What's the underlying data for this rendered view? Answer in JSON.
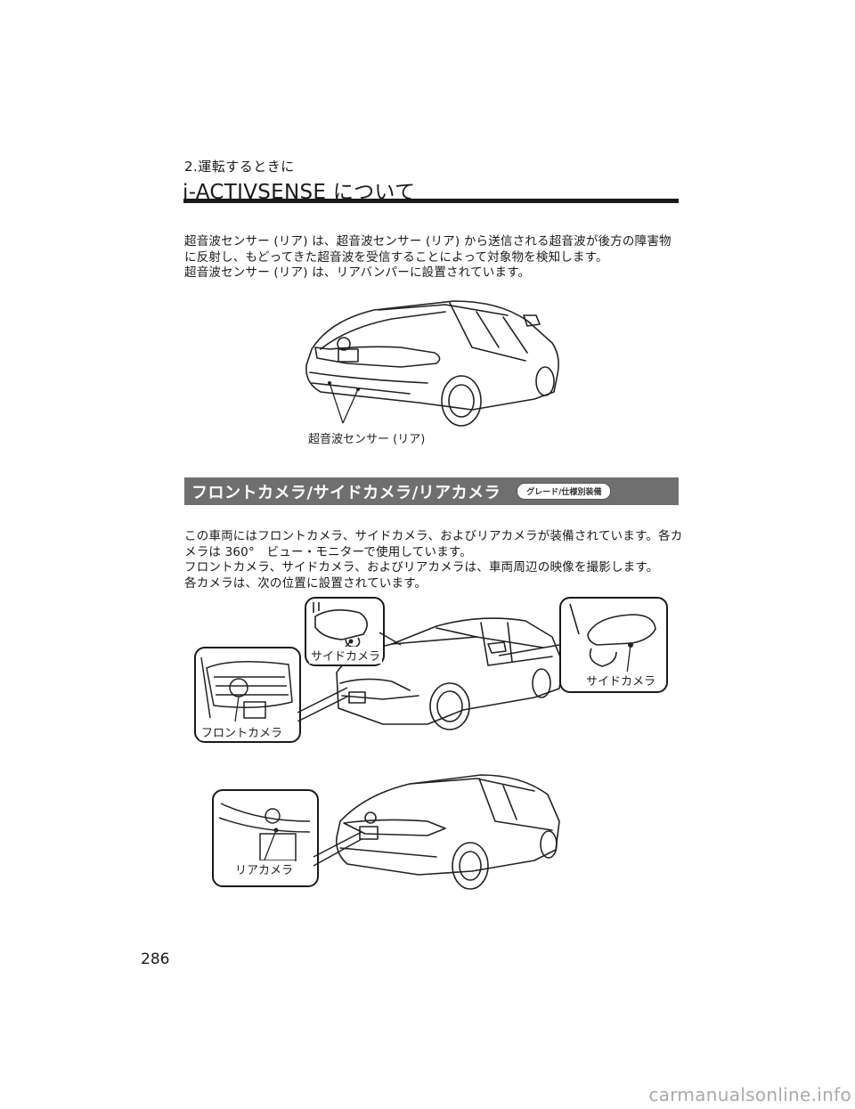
{
  "header": {
    "breadcrumb": "2.運転するときに",
    "title": "i-ACTIVSENSE について"
  },
  "intro": {
    "line1": "超音波センサー (リア) は、超音波センサー (リア) から送信される超音波が後方の障害物",
    "line2": "に反射し、もどってきた超音波を受信することによって対象物を検知します。",
    "line3": "超音波センサー (リア) は、リアバンパーに設置されています。"
  },
  "figure1": {
    "label": "超音波センサー (リア)"
  },
  "section": {
    "title": "フロントカメラ/サイドカメラ/リアカメラ",
    "badge": "グレード/仕様別装備"
  },
  "body": {
    "line1": "この車両にはフロントカメラ、サイドカメラ、およびリアカメラが装備されています。各カ",
    "line2": "メラは 360°　ビュー・モニターで使用しています。",
    "line3": "フロントカメラ、サイドカメラ、およびリアカメラは、車両周辺の映像を撮影します。",
    "line4": "各カメラは、次の位置に設置されています。"
  },
  "figure2": {
    "left_mirror_label": "サイドカメラ",
    "right_mirror_label": "サイドカメラ",
    "front_label": "フロントカメラ"
  },
  "figure3": {
    "label": "リアカメラ"
  },
  "footer": {
    "page_number": "286",
    "watermark": "carmanualsonline.info"
  }
}
